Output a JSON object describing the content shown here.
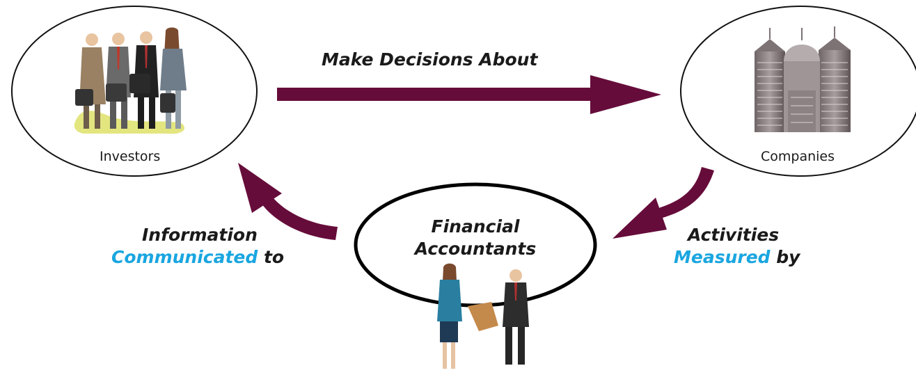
{
  "colors": {
    "arrow": "#660c3a",
    "highlight": "#1aa6e0",
    "ink": "#1a1a1a"
  },
  "nodes": {
    "investors": {
      "label": "Investors",
      "image_icon": "group-of-business-people-icon"
    },
    "companies": {
      "label": "Companies",
      "image_icon": "city-skyscrapers-icon"
    },
    "accountants": {
      "label_line1": "Financial",
      "label_line2": "Accountants",
      "image_icon": "two-business-people-exchanging-document-icon"
    }
  },
  "flows": {
    "decisions": {
      "text": "Make Decisions About"
    },
    "measured": {
      "line1": "Activities",
      "line2_highlight": "Measured",
      "line2_rest": " by"
    },
    "communicated": {
      "line1": "Information",
      "line2_highlight": "Communicated",
      "line2_rest": " to"
    }
  }
}
